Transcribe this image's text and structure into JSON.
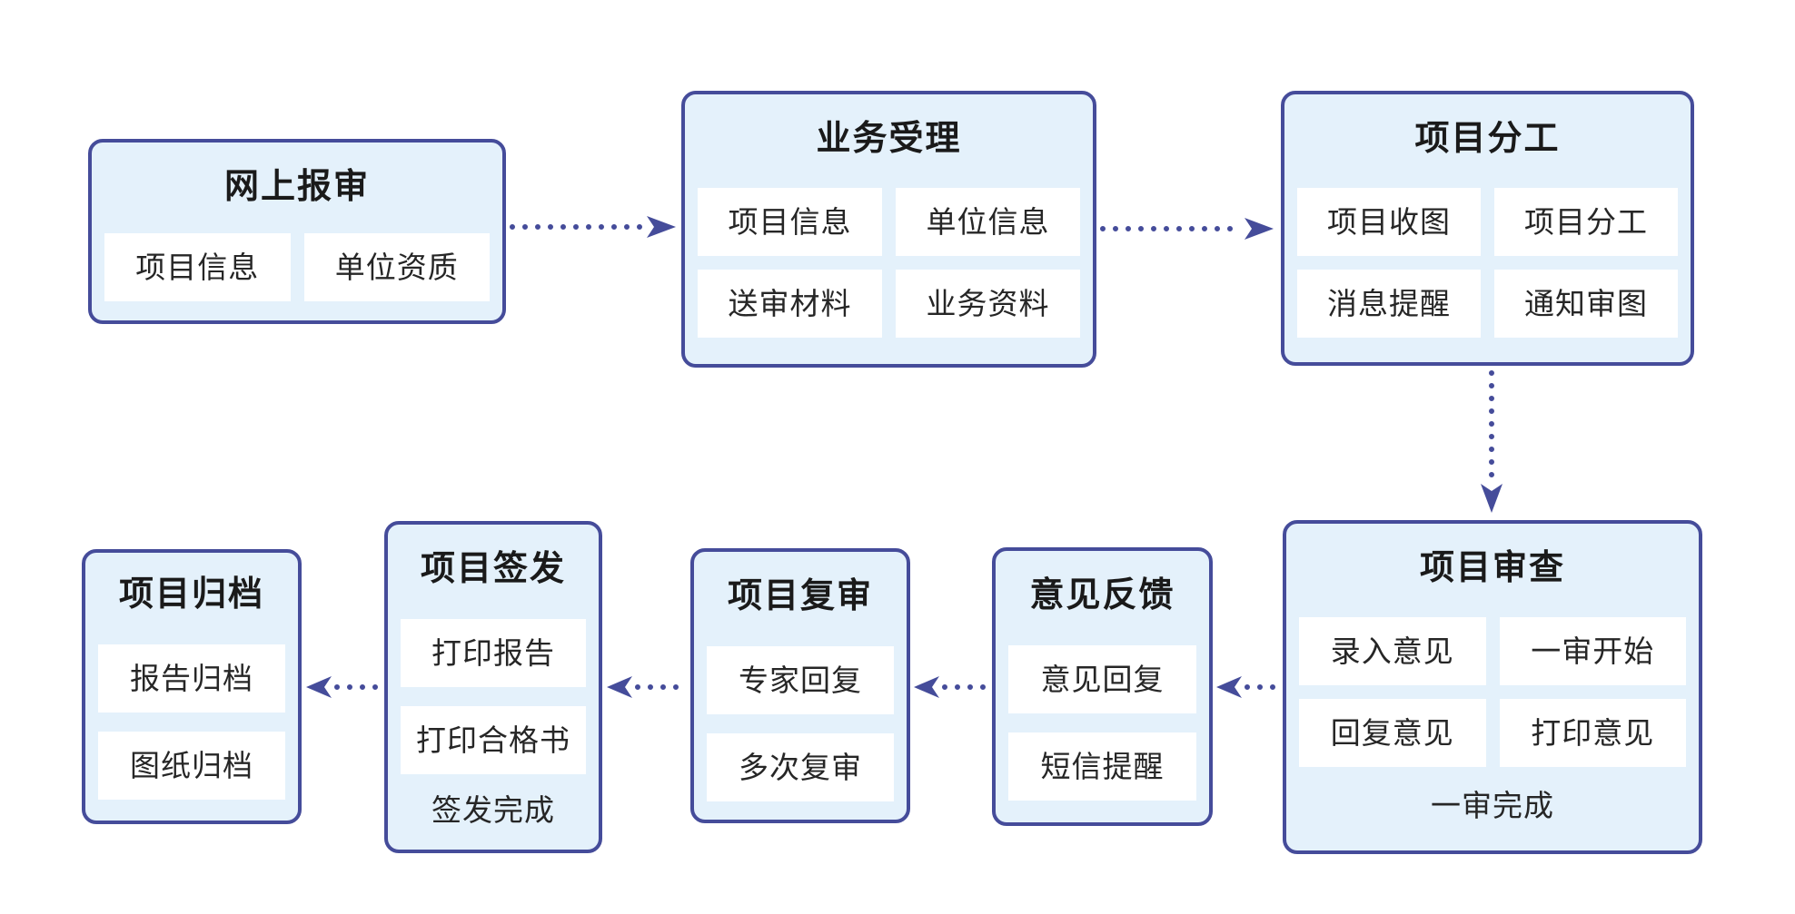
{
  "colors": {
    "box_border": "#454c9a",
    "box_fill": "#e4f1fb",
    "item_bg": "#ffffff",
    "arrow": "#454c9a",
    "title_text": "#1a1a1a",
    "item_text": "#262626",
    "canvas_bg": "#ffffff"
  },
  "nodes": {
    "online_submission": {
      "title": "网上报审",
      "items": [
        "项目信息",
        "单位资质"
      ]
    },
    "business_acceptance": {
      "title": "业务受理",
      "items": [
        "项目信息",
        "单位信息",
        "送审材料",
        "业务资料"
      ]
    },
    "project_assignment": {
      "title": "项目分工",
      "items": [
        "项目收图",
        "项目分工",
        "消息提醒",
        "通知审图"
      ]
    },
    "project_review": {
      "title": "项目审查",
      "items": [
        "录入意见",
        "一审开始",
        "回复意见",
        "打印意见"
      ],
      "footer": "一审完成"
    },
    "opinion_feedback": {
      "title": "意见反馈",
      "items": [
        "意见回复",
        "短信提醒"
      ]
    },
    "project_recheck": {
      "title": "项目复审",
      "items": [
        "专家回复",
        "多次复审"
      ]
    },
    "project_issuance": {
      "title": "项目签发",
      "items": [
        "打印报告",
        "打印合格书"
      ],
      "footer": "签发完成"
    },
    "project_archive": {
      "title": "项目归档",
      "items": [
        "报告归档",
        "图纸归档"
      ]
    }
  },
  "connections": [
    {
      "from": "online_submission",
      "to": "business_acceptance",
      "direction": "right",
      "style": "dotted"
    },
    {
      "from": "business_acceptance",
      "to": "project_assignment",
      "direction": "right",
      "style": "dotted"
    },
    {
      "from": "project_assignment",
      "to": "project_review",
      "direction": "down",
      "style": "dotted"
    },
    {
      "from": "project_review",
      "to": "opinion_feedback",
      "direction": "left",
      "style": "dotted"
    },
    {
      "from": "opinion_feedback",
      "to": "project_recheck",
      "direction": "left",
      "style": "dotted"
    },
    {
      "from": "project_recheck",
      "to": "project_issuance",
      "direction": "left",
      "style": "dotted"
    },
    {
      "from": "project_issuance",
      "to": "project_archive",
      "direction": "left",
      "style": "dotted"
    }
  ]
}
